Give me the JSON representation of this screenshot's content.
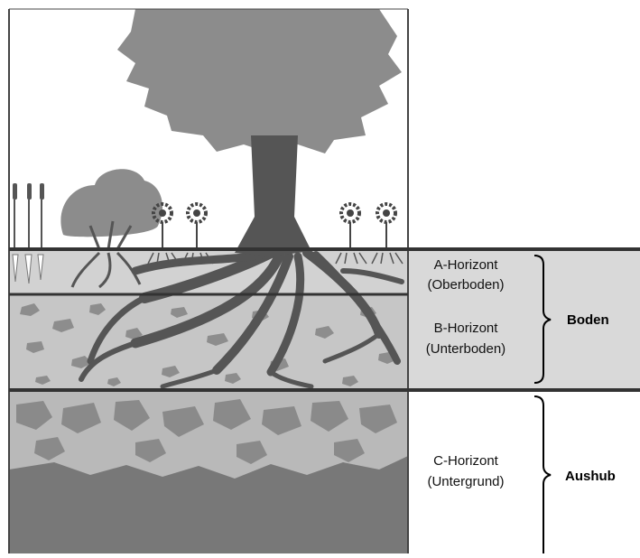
{
  "layers": [
    {
      "line1": "A-Horizont",
      "line2": "(Oberboden)"
    },
    {
      "line1": "B-Horizont",
      "line2": "(Unterboden)"
    },
    {
      "line1": "C-Horizont",
      "line2": "(Untergrund)"
    }
  ],
  "groups": {
    "boden": "Boden",
    "aushub": "Aushub"
  },
  "colors": {
    "tree": "#8c8c8c",
    "trunk": "#555555",
    "topsoil": "#d2d2d2",
    "subsoil": "#bfbfbf",
    "stone": "#8a8a8a",
    "boden_band": "#d9d9d9",
    "bedrock": "#777777"
  }
}
